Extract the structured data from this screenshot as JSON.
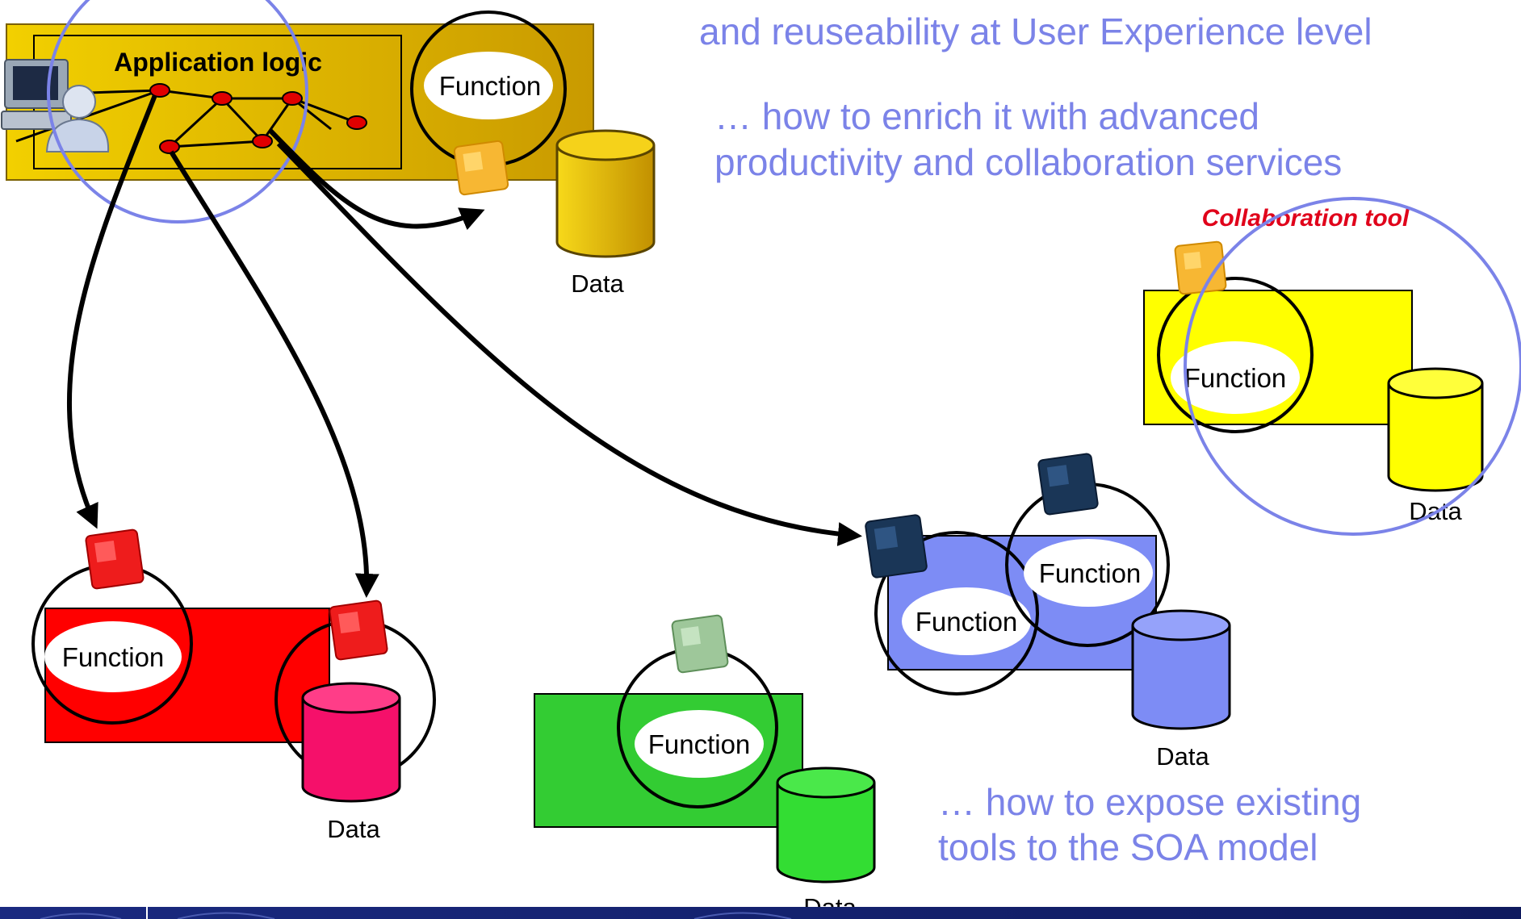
{
  "captions": {
    "top_line_1": "and reuseability at User Experience level",
    "middle_line_1": "… how to enrich it with advanced",
    "middle_line_2": "productivity and collaboration services",
    "bottom_line_1": "… how to expose existing",
    "bottom_line_2": "tools to the SOA model"
  },
  "labels": {
    "application_logic": "Application logic",
    "function": "Function",
    "data": "Data",
    "collaboration_tool": "Collaboration tool"
  },
  "colors": {
    "caption": "#7b83e8",
    "yellow_box": "#e8c400",
    "red_box": "#ff0000",
    "green_box": "#33cc33",
    "blue_box": "#7d8cf5",
    "bright_yellow_box": "#ffff00",
    "footer_bar": "#1c2a7c"
  }
}
